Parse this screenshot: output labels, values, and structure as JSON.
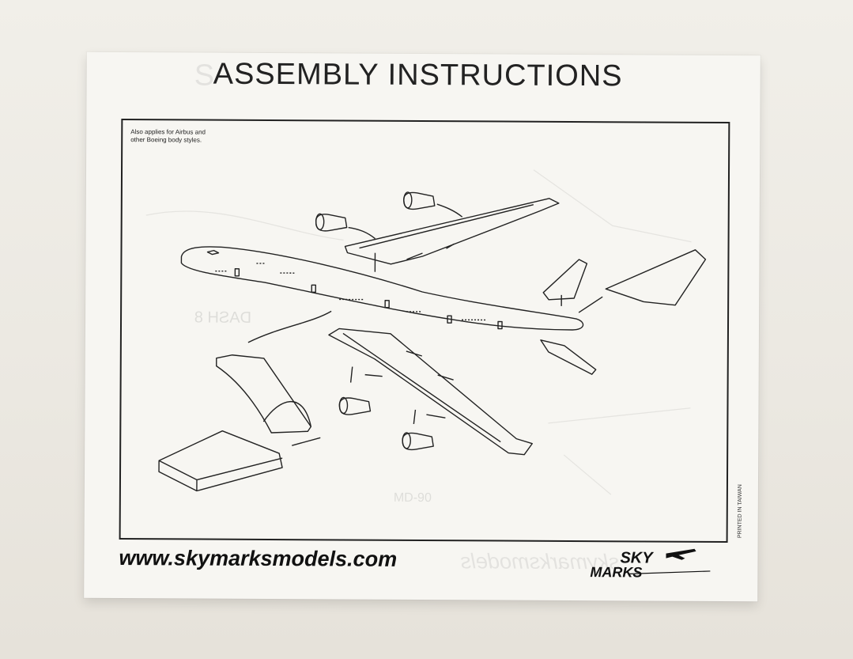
{
  "document": {
    "title": "ASSEMBLY INSTRUCTIONS",
    "note_line1": "Also applies for Airbus and",
    "note_line2": "other Boeing body styles.",
    "printed": "PRINTED IN TAIWAN",
    "website": "www.skymarksmodels.com",
    "logo_top": "SKY",
    "logo_bottom": "MARKS"
  },
  "colors": {
    "ink": "#222222",
    "paper": "#f7f6f2"
  },
  "icons": [
    "airplane-icon",
    "aircraft-fuselage",
    "engine",
    "wing",
    "stand-base"
  ]
}
